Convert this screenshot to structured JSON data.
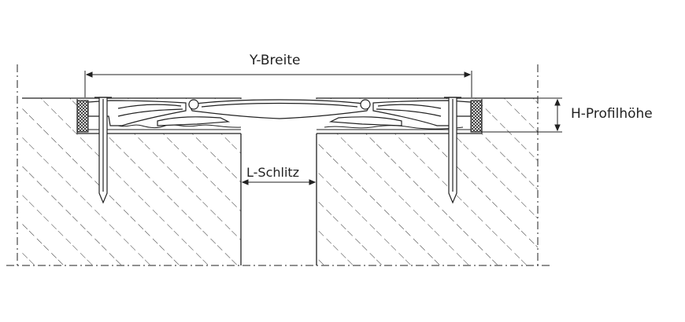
{
  "labels": {
    "width": "Y-Breite",
    "slot": "L-Schlitz",
    "height": "H-Profilhöhe"
  },
  "colors": {
    "line": "#222222",
    "hatch": "#333333",
    "background": "#ffffff"
  }
}
